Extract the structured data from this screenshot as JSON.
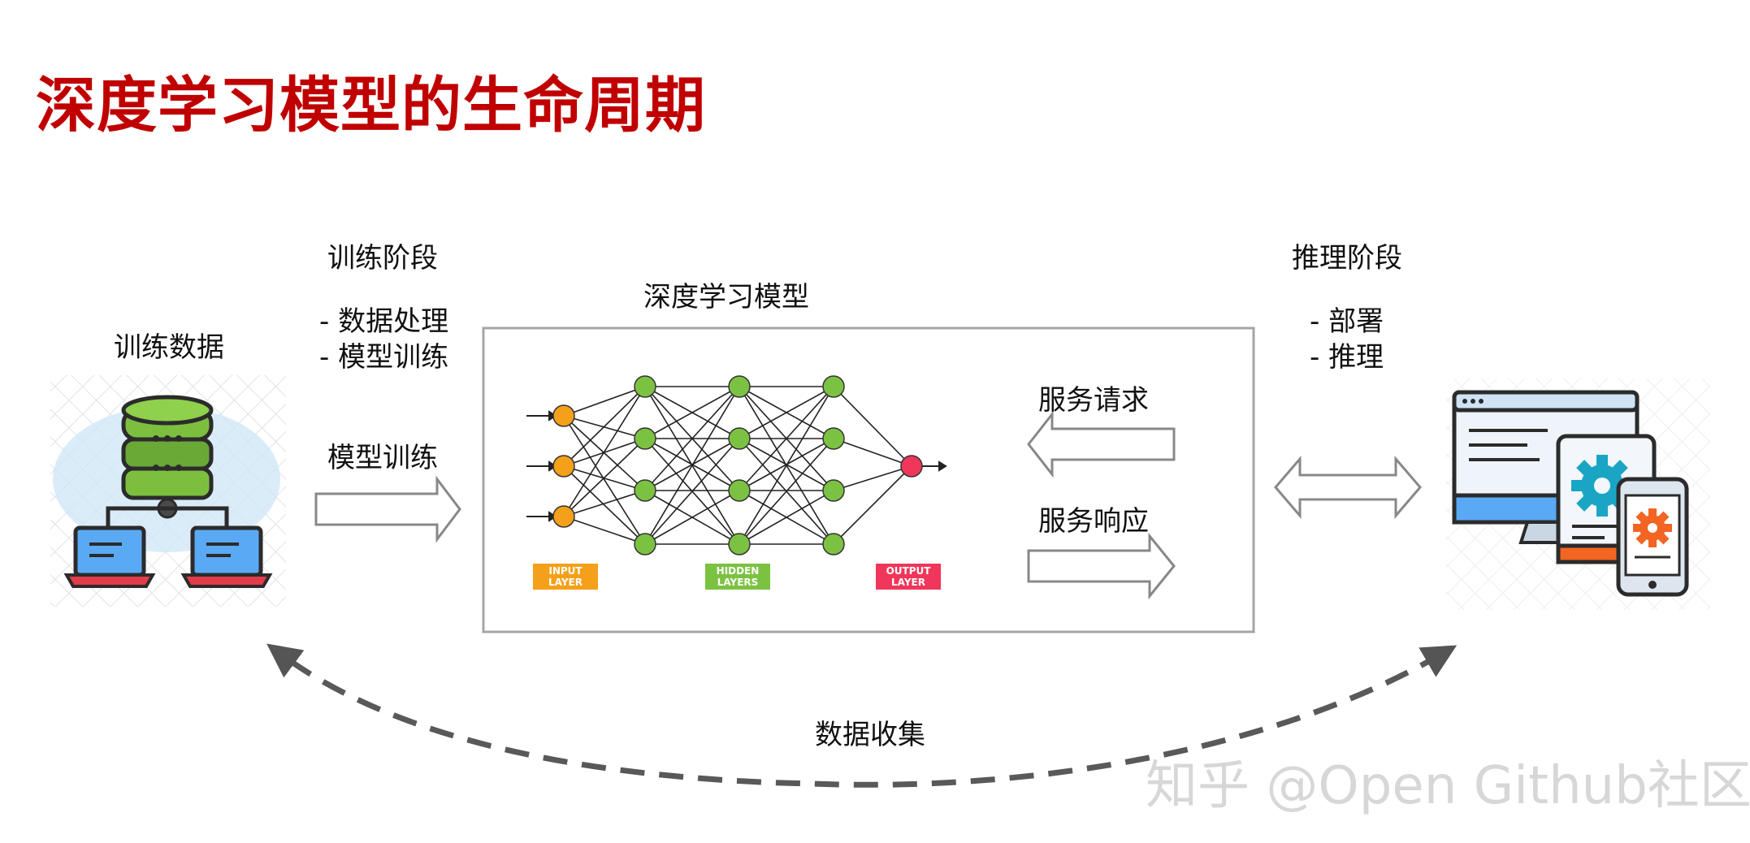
{
  "title": "深度学习模型的生命周期",
  "training_data": {
    "label": "训练数据"
  },
  "training_phase": {
    "heading": "训练阶段",
    "items": [
      "- 数据处理",
      "- 模型训练"
    ],
    "arrow_label": "模型训练"
  },
  "model_box": {
    "label": "深度学习模型",
    "layer_labels": {
      "input": [
        "INPUT",
        "LAYER"
      ],
      "hidden": [
        "HIDDEN",
        "LAYERS"
      ],
      "output": [
        "OUTPUT",
        "LAYER"
      ]
    },
    "service_request": "服务请求",
    "service_response": "服务响应"
  },
  "inference_phase": {
    "heading": "推理阶段",
    "items": [
      "- 部署",
      "- 推理"
    ]
  },
  "data_collection": "数据收集",
  "watermark": "知乎 @Open Github社区",
  "colors": {
    "title": "#c00000",
    "input_node": "#f5a01a",
    "hidden_node": "#7cc242",
    "output_node": "#f0365a",
    "server_green": "#7cbf3f",
    "laptop_blue": "#5aa9f5",
    "laptop_red": "#e23b4a",
    "gear_teal": "#1aa5c4",
    "gear_orange": "#f26522"
  }
}
